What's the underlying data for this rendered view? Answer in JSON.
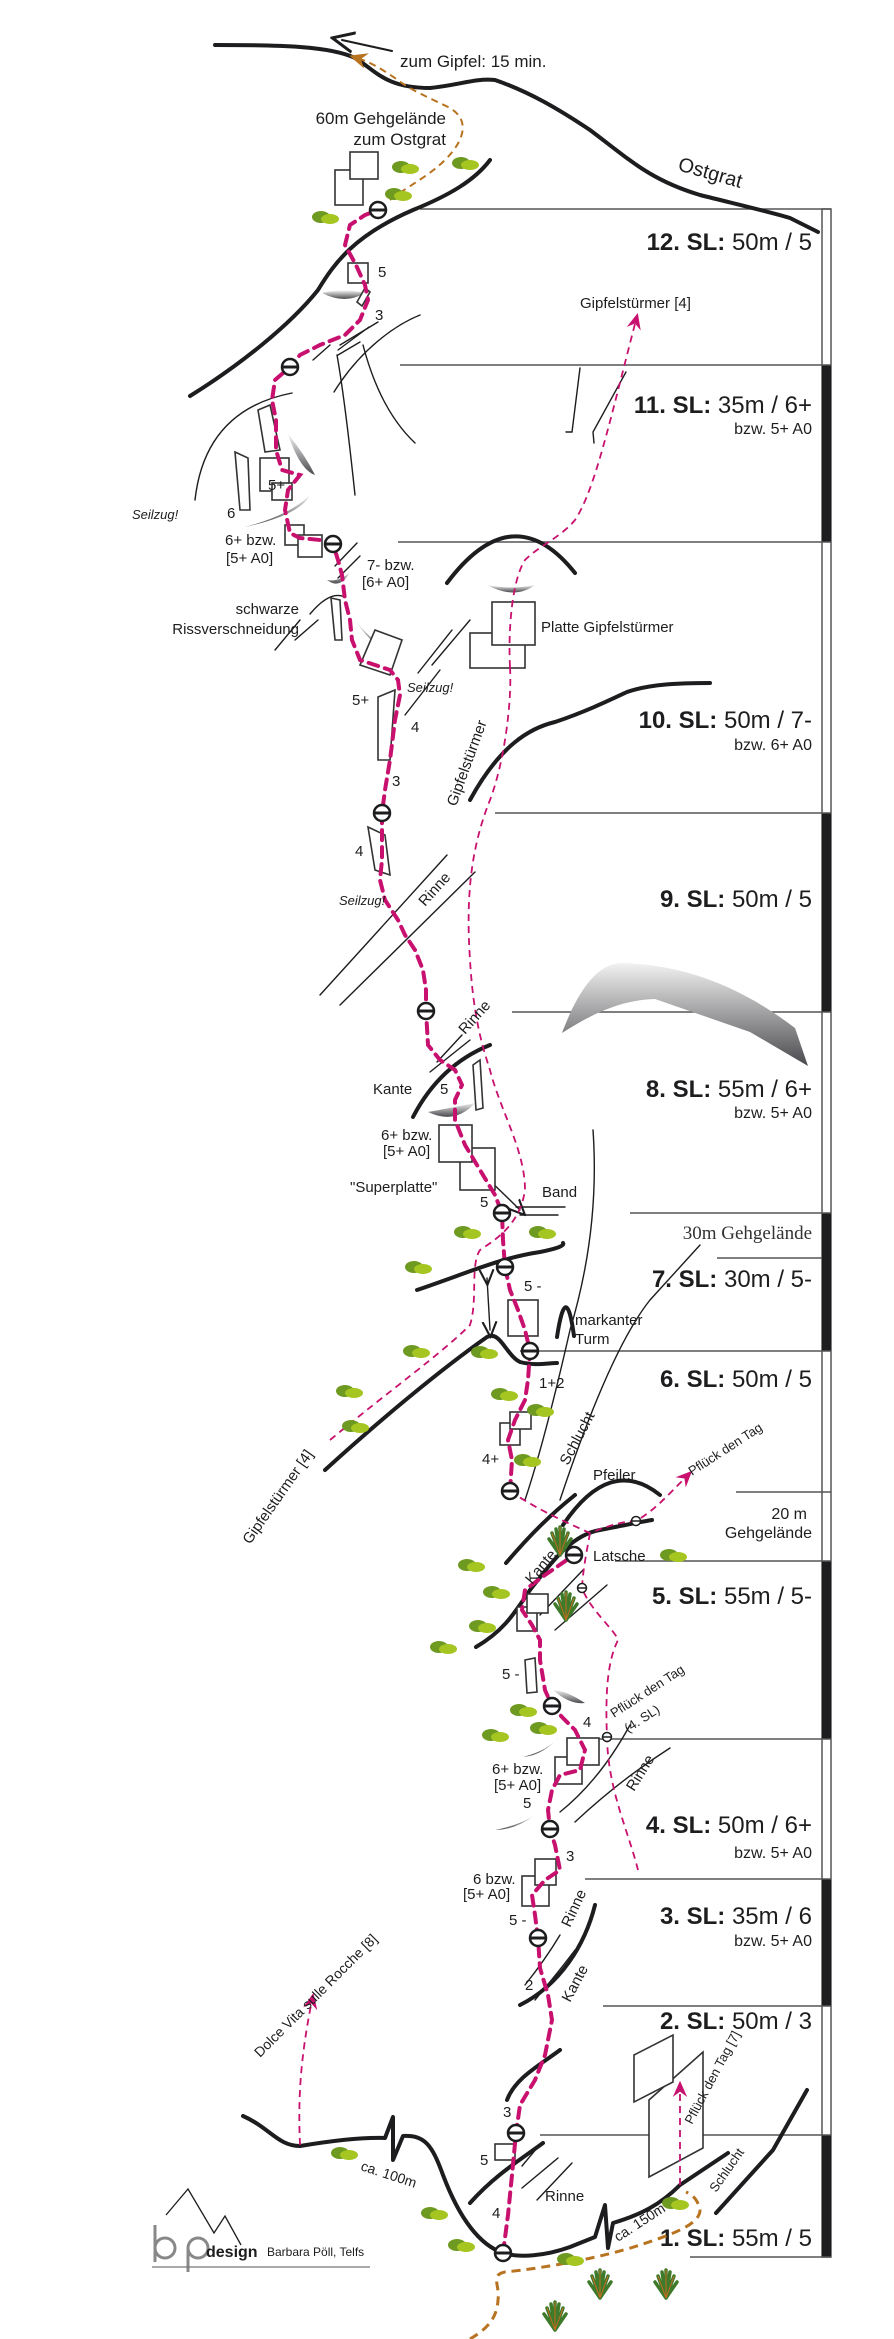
{
  "colors": {
    "route": "#c8106e",
    "rock": "#1d1d1f",
    "approach": "#b87320",
    "bush": "#7aa82a",
    "bar_dark": "#1d1d1f"
  },
  "top": {
    "summit_hint": "zum Gipfel: 15 min.",
    "walk_line1": "60m Gehgelände",
    "walk_line2": "zum Ostgrat",
    "ridge": "Ostgrat"
  },
  "pitches": [
    {
      "num": "12. SL:",
      "len": " 50m / 5",
      "sub": ""
    },
    {
      "num": "11. SL:",
      "len": " 35m / 6+",
      "sub": "bzw. 5+ A0"
    },
    {
      "num": "10. SL:",
      "len": " 50m / 7-",
      "sub": "bzw. 6+ A0"
    },
    {
      "num": "9. SL:",
      "len": " 50m / 5",
      "sub": ""
    },
    {
      "num": "8. SL:",
      "len": " 55m / 6+",
      "sub": "bzw. 5+ A0"
    },
    {
      "num": "7. SL:",
      "len": " 30m / 5-",
      "sub": ""
    },
    {
      "num": "6. SL:",
      "len": " 50m / 5",
      "sub": ""
    },
    {
      "num": "5. SL:",
      "len": " 55m / 5-",
      "sub": ""
    },
    {
      "num": "4. SL:",
      "len": " 50m / 6+",
      "sub": "bzw. 5+ A0"
    },
    {
      "num": "3. SL:",
      "len": " 35m / 6",
      "sub": "bzw. 5+ A0"
    },
    {
      "num": "2. SL:",
      "len": " 50m / 3",
      "sub": ""
    },
    {
      "num": "1. SL:",
      "len": " 55m / 5",
      "sub": ""
    }
  ],
  "walk_sections": {
    "upper": "30m Gehgelände",
    "lower_1": "20 m",
    "lower_2": "Gehgelände"
  },
  "labels": {
    "g5a": "5",
    "g3a": "3",
    "gipfel_arrow": "Gipfelstürmer [4]",
    "g5plus": "5+",
    "g6": "6",
    "seilzug1": "Seilzug!",
    "bzw_6p_1": "6+ bzw.",
    "a0_1": "[5+ A0]",
    "bzw_7m": "7- bzw.",
    "a0_7m": "[6+ A0]",
    "schwarze": "schwarze",
    "rissv": "Rissverschneidung",
    "platte": "Platte Gipfelstürmer",
    "seilzug2": "Seilzug!",
    "g5plus2": "5+",
    "g4a": "4",
    "g3b": "3",
    "gipfel_rot": "Gipfelstürmer",
    "g4b": "4",
    "seilzug3": "Seilzug!",
    "rinne1": "Rinne",
    "rinne2": "Rinne",
    "kante1": "Kante",
    "g5b": "5",
    "bzw_6p_2": "6+ bzw.",
    "a0_2": "[5+ A0]",
    "superplatte": "\"Superplatte\"",
    "band": "Band",
    "g5c": "5",
    "g5m1": "5 -",
    "markanter": "markanter",
    "turm": "Turm",
    "g12": "1+2",
    "g4p": "4+",
    "schlucht1": "Schlucht",
    "pfeiler": "Pfeiler",
    "gipfel_lower": "Gipfelstürmer [4]",
    "pflueck1": "Pflück den Tag",
    "latsche": "Latsche",
    "kante2": "Kante",
    "g5m2": "5 -",
    "pflueck2a": "Pflück den Tag",
    "pflueck2b": "(4. SL)",
    "g4c": "4",
    "rinne3": "Rinne",
    "bzw_6p_3": "6+ bzw.",
    "a0_3": "[5+ A0]",
    "g5d": "5",
    "g3c": "3",
    "bzw_6": "6 bzw.",
    "a0_4": "[5+ A0]",
    "g5m3": "5 -",
    "rinne4": "Rinne",
    "kante3": "Kante",
    "g2": "2",
    "g3d": "3",
    "g5e": "5",
    "g4d": "4",
    "rinne5": "Rinne",
    "ca100": "ca. 100m",
    "ca150": "ca. 150m",
    "schlucht2": "Schlucht",
    "pflueck7": "Pflück den Tag [7]",
    "dolce": "Dolce Vita sulle Rocche [8]"
  },
  "logo": {
    "mark": "bp",
    "word": "design",
    "author": "Barbara Pöll, Telfs"
  }
}
